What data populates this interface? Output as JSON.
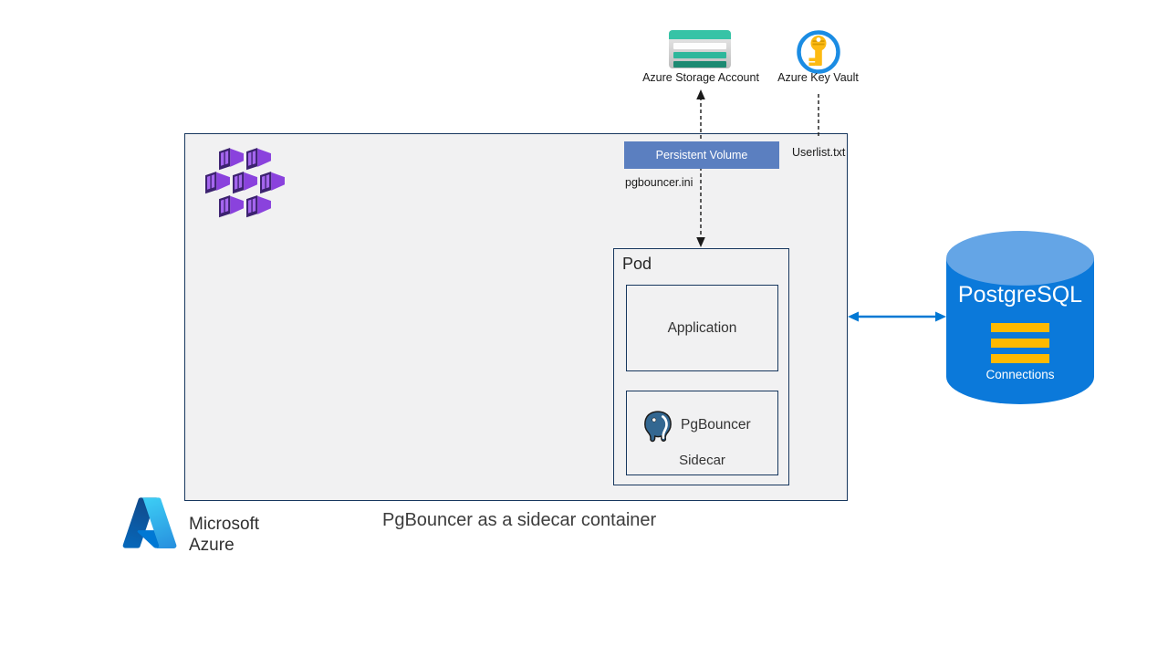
{
  "colors": {
    "azure_blue": "#0078d4",
    "navy_border": "#17375e",
    "panel_gray": "#f1f1f2",
    "persistent_volume_blue": "#5b7fc0",
    "cylinder_body": "#0b79da",
    "cylinder_top": "#64a5e6",
    "gold": "#ffb900",
    "storage_teal": "#37c3a6",
    "container_purple": "#8a42dd"
  },
  "external": {
    "storage": {
      "label": "Azure Storage Account"
    },
    "key_vault": {
      "label": "Azure Key Vault"
    }
  },
  "cluster": {
    "persistent_volume": {
      "label": "Persistent Volume"
    },
    "files": {
      "userlist": "Userlist.txt",
      "pgbouncer_ini": "pgbouncer.ini"
    },
    "pod": {
      "label": "Pod",
      "application": {
        "label": "Application"
      },
      "sidecar": {
        "label": "PgBouncer",
        "sublabel": "Sidecar"
      }
    }
  },
  "database": {
    "title": "PostgreSQL",
    "subtitle": "Connections"
  },
  "footer": {
    "logo_line1": "Microsoft",
    "logo_line2": "Azure",
    "caption": "PgBouncer as a sidecar container"
  }
}
